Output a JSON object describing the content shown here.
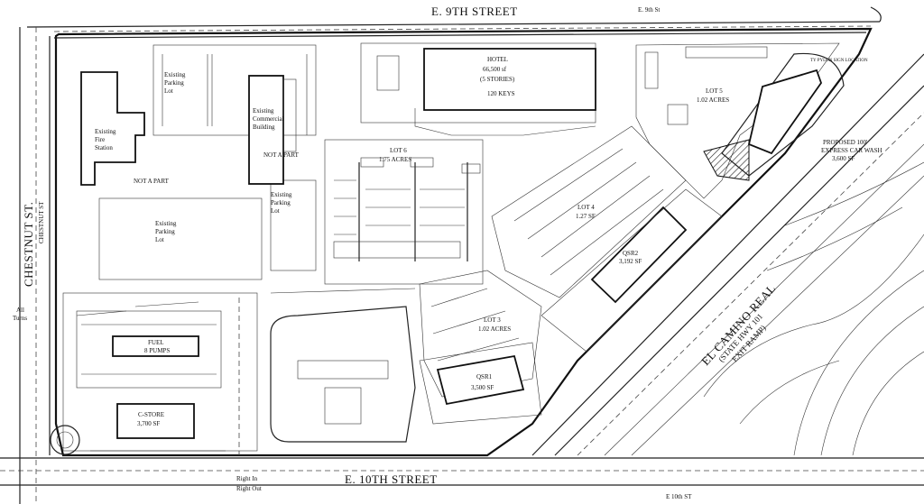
{
  "streets": {
    "north": "E. 9TH STREET",
    "north_small": "E. 9th St",
    "south": "E. 10TH STREET",
    "south_small": "E 10th ST",
    "west": "CHESTNUT ST.",
    "west_small": "CHESTNUT ST",
    "highway": "EL CAMINO REAL",
    "highway_sub1": "(STATE HWY 101",
    "highway_sub2": "EXIT RAMP)"
  },
  "hotel": {
    "title": "HOTEL",
    "area": "66,500 sf",
    "stories": "(5 STORIES)",
    "keys": "120 KEYS"
  },
  "lots": {
    "lot6": {
      "name": "LOT 6",
      "acres": "1.75 ACRES"
    },
    "lot5": {
      "name": "LOT 5",
      "acres": "1.02 ACRES"
    },
    "lot4": {
      "name": "LOT 4",
      "acres": "1.27 SF"
    },
    "lot3": {
      "name": "LOT 3",
      "acres": "1.02 ACRES"
    }
  },
  "buildings": {
    "carwash": {
      "line1": "PROPOSED 100'",
      "line2": "EXPRESS CAR WASH",
      "area": "3,600 SF"
    },
    "pylon": "TY PYLON SIGN LOCATION",
    "qsr2": {
      "name": "QSR2",
      "area": "3,192 SF"
    },
    "qsr1": {
      "name": "QSR1",
      "area": "3,500 SF"
    },
    "cstore": {
      "name": "C-STORE",
      "area": "3,700 SF"
    },
    "fuel": {
      "line1": "FUEL",
      "line2": "8 PUMPS"
    },
    "fire": {
      "line1": "Existing",
      "line2": "Fire",
      "line3": "Station"
    },
    "commercial": {
      "line1": "Existing",
      "line2": "Commercial",
      "line3": "Building"
    }
  },
  "existing_parking": [
    "Existing",
    "Parking",
    "Lot"
  ],
  "not_a_part": "NOT A PART",
  "access": {
    "all_turns": "All",
    "all_turns2": "Turns",
    "right_in": "Right In",
    "right_out": "Right Out"
  }
}
